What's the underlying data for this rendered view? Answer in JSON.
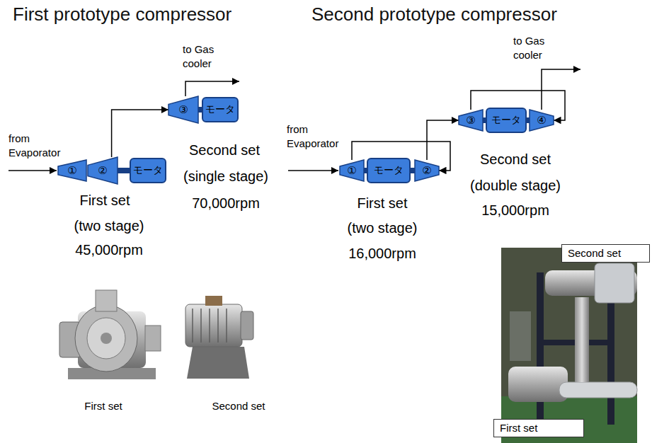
{
  "diagram": {
    "nodes": [
      {
        "text": [
          "①"
        ]
      },
      {
        "text": [
          "②"
        ]
      },
      {
        "text": [
          "モータ"
        ]
      },
      {
        "text": [
          "③"
        ]
      },
      {
        "text": [
          "モータ"
        ]
      },
      {
        "text": [
          "①"
        ]
      },
      {
        "text": [
          "モータ"
        ]
      },
      {
        "text": [
          "②"
        ]
      },
      {
        "text": [
          "③"
        ]
      },
      {
        "text": [
          "モータ"
        ]
      },
      {
        "text": [
          "④"
        ]
      },
      {
        "text": [
          "Second set"
        ]
      },
      {
        "text": [
          "First set"
        ]
      }
    ],
    "edges": [
      {
        "from": 1,
        "to": 3,
        "arrow": "to"
      },
      {
        "from": 5,
        "to": 7,
        "arrow": "to"
      },
      {
        "from": 7,
        "to": 8,
        "arrow": "to"
      },
      {
        "from": 8,
        "to": 10,
        "arrow": "to"
      }
    ],
    "labels": [
      "First prototype compressor",
      "Second prototype compressor",
      "to Gas cooler",
      "from Evaporator",
      "First set",
      "(two stage)",
      "45,000rpm",
      "Second set",
      "(single stage)",
      "70,000rpm",
      "First set",
      "Second set",
      "to Gas cooler",
      "from Evaporator",
      "First set",
      "(two stage)",
      "16,000rpm",
      "Second set",
      "(double stage)",
      "15,000rpm"
    ]
  }
}
